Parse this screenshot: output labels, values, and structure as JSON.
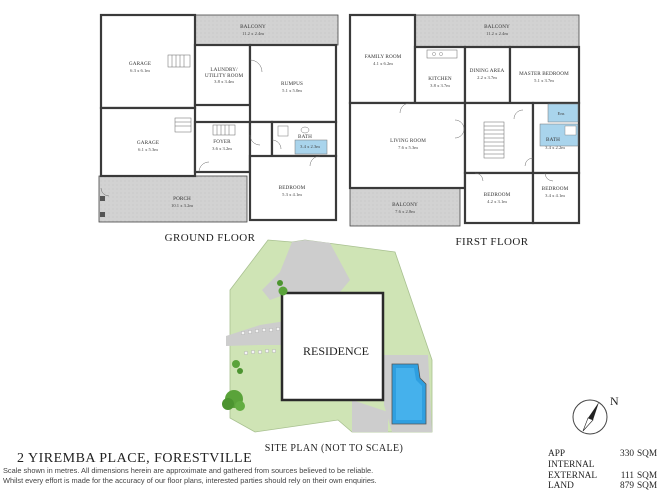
{
  "ground_floor": {
    "title": "GROUND FLOOR",
    "rooms": [
      {
        "name": "BALCONY",
        "dims": "11.2 x 2.4m"
      },
      {
        "name": "GARAGE",
        "dims": "6.3 x 6.1m"
      },
      {
        "name": "LAUNDRY/",
        "name2": "UTILITY ROOM",
        "dims": "3.8 x 3.4m"
      },
      {
        "name": "RUMPUS",
        "dims": "5.1 x 5.0m"
      },
      {
        "name": "GARAGE",
        "dims": "6.1 x 5.3m"
      },
      {
        "name": "FOYER",
        "dims": "3.6 x 3.2m"
      },
      {
        "name": "BATH",
        "dims": "3.4 x 2.3m"
      },
      {
        "name": "BEDROOM",
        "dims": "5.3 x 4.1m"
      },
      {
        "name": "PORCH",
        "dims": "10.1 x 3.2m"
      }
    ]
  },
  "first_floor": {
    "title": "FIRST FLOOR",
    "rooms": [
      {
        "name": "BALCONY",
        "dims": "11.2 x 2.4m"
      },
      {
        "name": "FAMILY ROOM",
        "dims": "4.1 x 6.2m"
      },
      {
        "name": "KITCHEN",
        "dims": "3.8 x 3.7m"
      },
      {
        "name": "DINING AREA",
        "dims": "2.2 x 3.7m"
      },
      {
        "name": "MASTER BEDROOM",
        "dims": "5.1 x 3.7m"
      },
      {
        "name": "LIVING ROOM",
        "dims": "7.6 x 5.3m"
      },
      {
        "name": "BATH",
        "dims": "3.4 x 2.2m"
      },
      {
        "name": "BEDROOM",
        "dims": "4.2 x 3.1m"
      },
      {
        "name": "BEDROOM",
        "dims": "3.4 x 4.1m"
      },
      {
        "name": "BALCONY",
        "dims": "7.6 x 2.8m"
      },
      {
        "name": "Ens"
      }
    ]
  },
  "site_plan": {
    "title": "SITE PLAN (NOT TO SCALE)",
    "residence_label": "RESIDENCE"
  },
  "compass": {
    "label": "N"
  },
  "address": "2 YIREMBA PLACE, FORESTVILLE",
  "disclaimer": [
    "Scale shown in metres. All dimensions herein are approximate and gathered from sources believed to be reliable.",
    "Whilst every effort is made for the accuracy of our floor plans, interested parties should rely on their own enquiries."
  ],
  "areas": [
    {
      "label": "APP INTERNAL",
      "value": "330",
      "unit": "SQM"
    },
    {
      "label": "EXTERNAL",
      "value": "111",
      "unit": "SQM"
    },
    {
      "label": "LAND",
      "value": "879",
      "unit": "SQM"
    }
  ],
  "colors": {
    "balcony": "#cfcfcf",
    "bath": "#a9d4ec",
    "lawn": "#cfe4b5",
    "driveway": "#cdcdcd",
    "pool": "#2f9fe0",
    "wall": "#3a3a3a"
  }
}
